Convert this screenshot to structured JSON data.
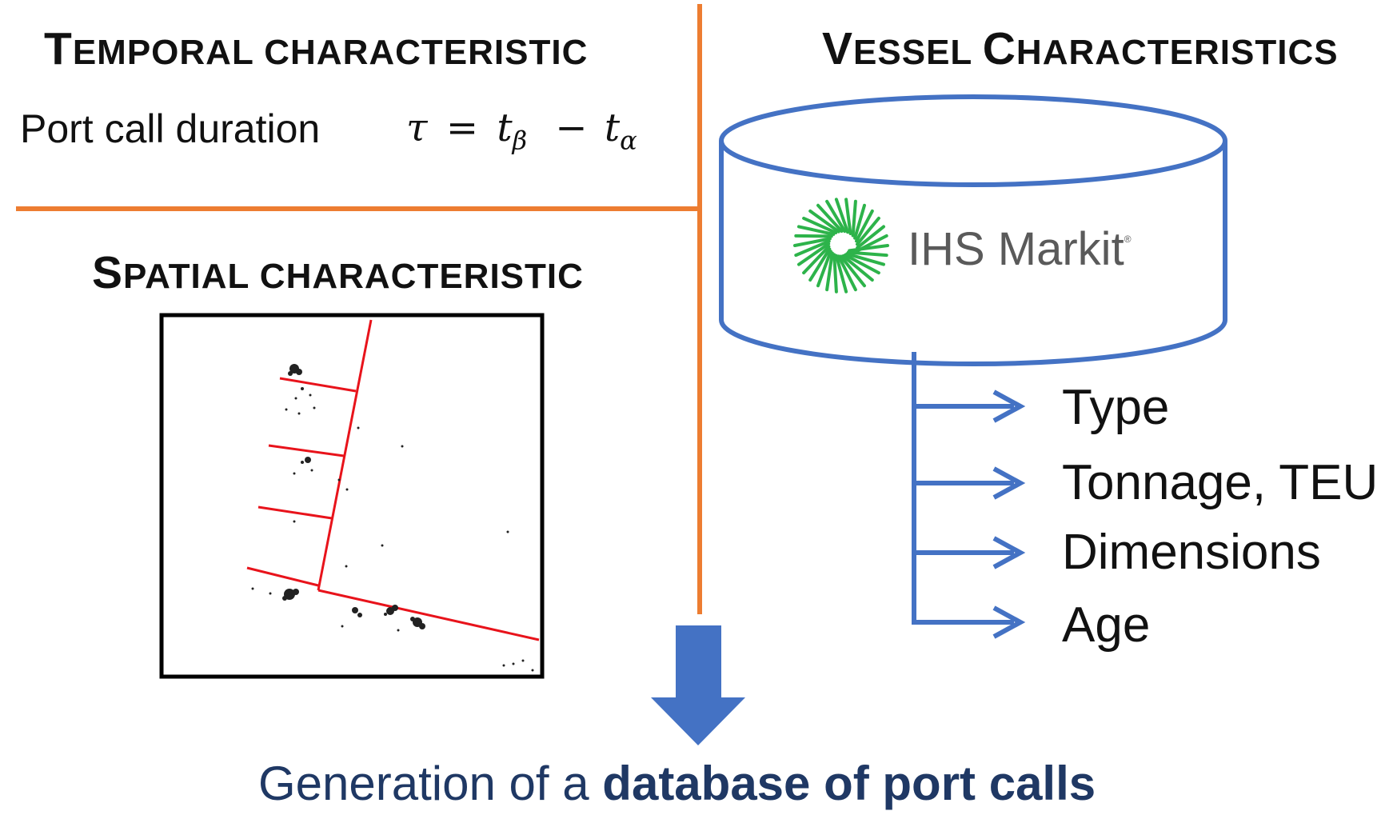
{
  "temporal": {
    "heading_cap": "T",
    "heading_rest": "EMPORAL CHARACTERISTIC",
    "label": "Port call duration",
    "formula": {
      "tau": "τ",
      "equals": "=",
      "t": "t",
      "beta": "β",
      "minus": "−",
      "alpha": "α"
    }
  },
  "spatial": {
    "heading_cap": "S",
    "heading_rest": "PATIAL CHARACTERISTIC"
  },
  "vessel": {
    "heading_cap1": "V",
    "heading_rest1": "ESSEL",
    "heading_cap2": "C",
    "heading_rest2": "HARACTERISTICS",
    "logo_text": "IHS Markit",
    "logo_mark": "®",
    "attributes": [
      "Type",
      "Tonnage, TEU",
      "Dimensions",
      "Age"
    ]
  },
  "footer": {
    "prefix": "Generation of a ",
    "bold": "database of port calls"
  },
  "colors": {
    "orange": "#ed7d31",
    "blue": "#4472c4",
    "red": "#e8131b",
    "green": "#2db34a",
    "footer_text": "#1f3864"
  }
}
